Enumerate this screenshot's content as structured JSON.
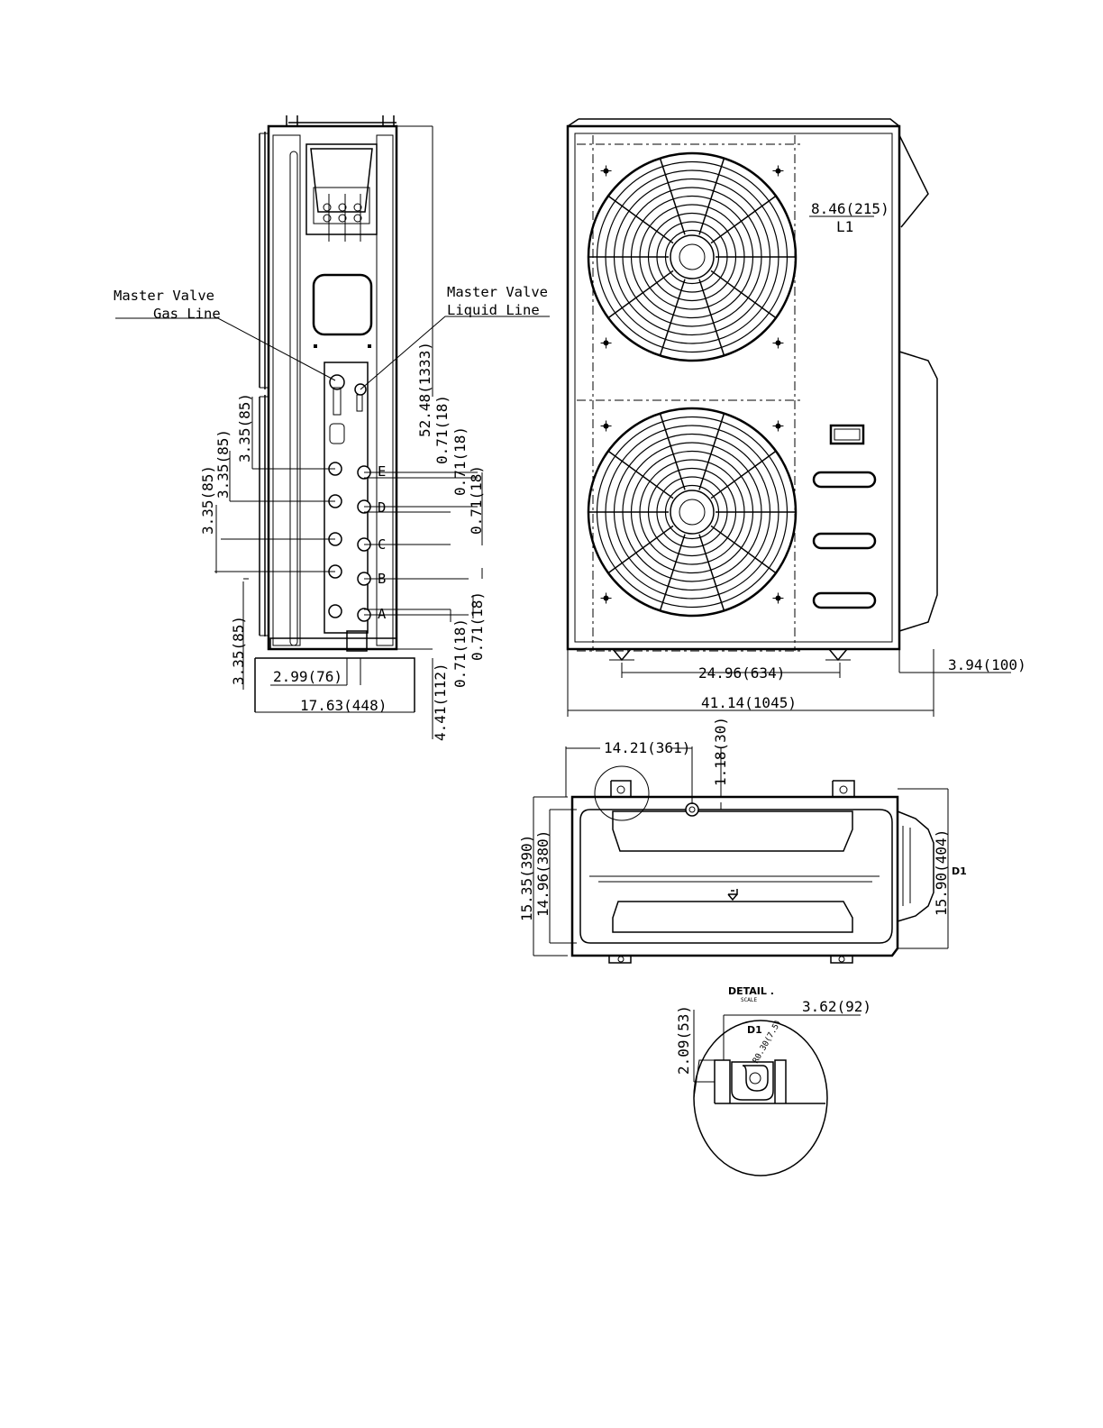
{
  "callouts": {
    "gas_valve": {
      "line1": "Master Valve",
      "line2": "Gas Line"
    },
    "liquid_valve": {
      "line1": "Master Valve",
      "line2": "Liquid Line"
    },
    "port_labels": [
      "E",
      "D",
      "C",
      "B",
      "A"
    ]
  },
  "side_view_dims": {
    "height_total": "52.48(1333)",
    "spacing_v1": "3.35(85)",
    "spacing_v2": "3.35(85)",
    "spacing_v3": "3.35(85)",
    "spacing_v4": "3.35(85)",
    "port_offset_1": "0.71(18)",
    "port_offset_2": "0.71(18)",
    "port_offset_3": "0.71(18)",
    "port_offset_4": "0.71(18)",
    "port_offset_5": "0.71(18)",
    "base_offset": "2.99(76)",
    "depth": "17.63(448)",
    "base_height": "4.41(112)"
  },
  "front_view_dims": {
    "l1": "8.46(215)",
    "l1_tag": "L1",
    "foot_span": "24.96(634)",
    "width_total": "41.14(1045)",
    "side_protrusion": "3.94(100)"
  },
  "top_view_dims": {
    "hole_offset": "14.21(361)",
    "hole_edge": "1.18(30)",
    "depth_outer": "15.35(390)",
    "depth_inner": "14.96(380)",
    "depth_with_valve": "15.90(404)",
    "d1_tag": "D1"
  },
  "detail": {
    "title": "DETAIL .",
    "subtitle": "SCALE",
    "width": "3.62(92)",
    "height": "2.09(53)",
    "tag": "D1",
    "slot": "R0.30(7.5)"
  }
}
